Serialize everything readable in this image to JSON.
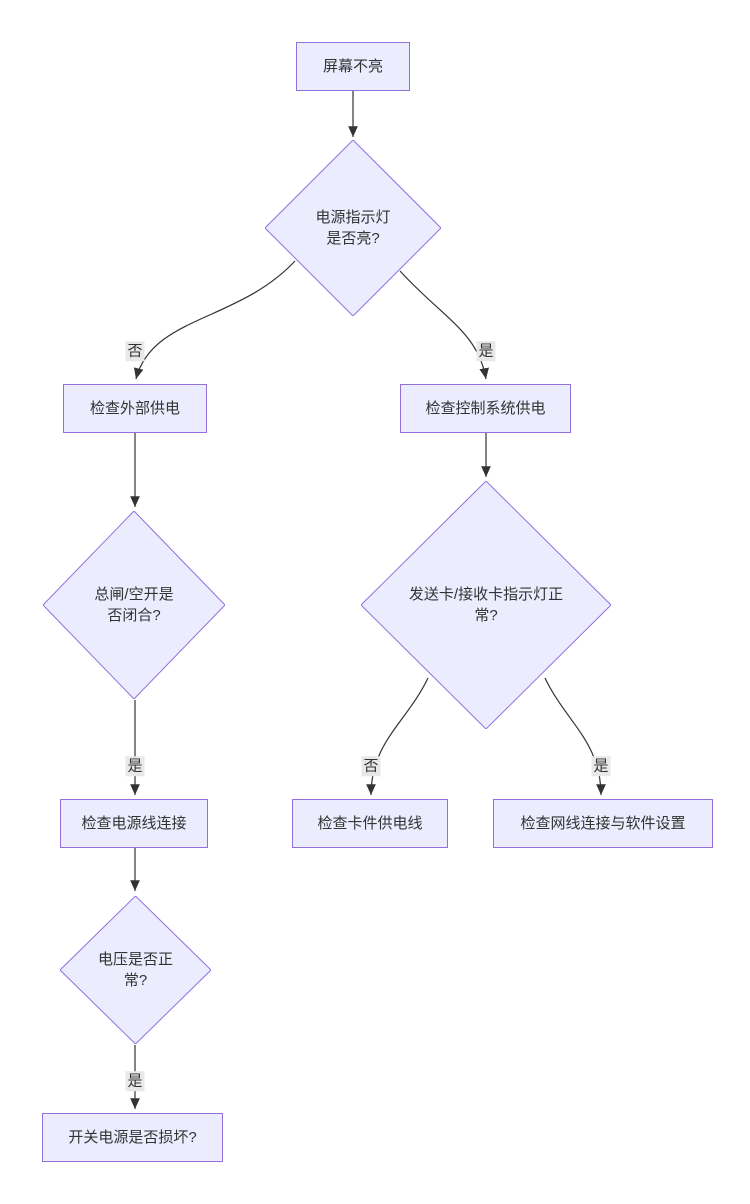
{
  "diagram": {
    "type": "flowchart",
    "nodes": {
      "screen_not_lit": {
        "label": "屏幕不亮",
        "shape": "rect"
      },
      "power_indicator_lit": {
        "label": "电源指示灯是否亮?",
        "shape": "diamond"
      },
      "check_external_power": {
        "label": "检查外部供电",
        "shape": "rect"
      },
      "check_control_power": {
        "label": "检查控制系统供电",
        "shape": "rect"
      },
      "main_switch_closed": {
        "label": "总闸/空开是否闭合?",
        "shape": "diamond"
      },
      "check_power_cable": {
        "label": "检查电源线连接",
        "shape": "rect"
      },
      "card_leds_normal": {
        "label": "发送卡/接收卡指示灯正常?",
        "shape": "diamond"
      },
      "check_card_power": {
        "label": "检查卡件供电线",
        "shape": "rect"
      },
      "check_network": {
        "label": "检查网线连接与软件设置",
        "shape": "rect"
      },
      "voltage_normal": {
        "label": "电压是否正常?",
        "shape": "diamond"
      },
      "psu_damaged": {
        "label": "开关电源是否损坏?",
        "shape": "rect"
      }
    },
    "edge_labels": {
      "no1": "否",
      "yes1": "是",
      "yes2": "是",
      "no2": "否",
      "yes3": "是",
      "yes4": "是"
    },
    "colors": {
      "node_fill": "#ECECFF",
      "node_border": "#9370DB",
      "edge": "#333333",
      "label_bg": "#E8E8E8",
      "text": "#333333"
    }
  }
}
